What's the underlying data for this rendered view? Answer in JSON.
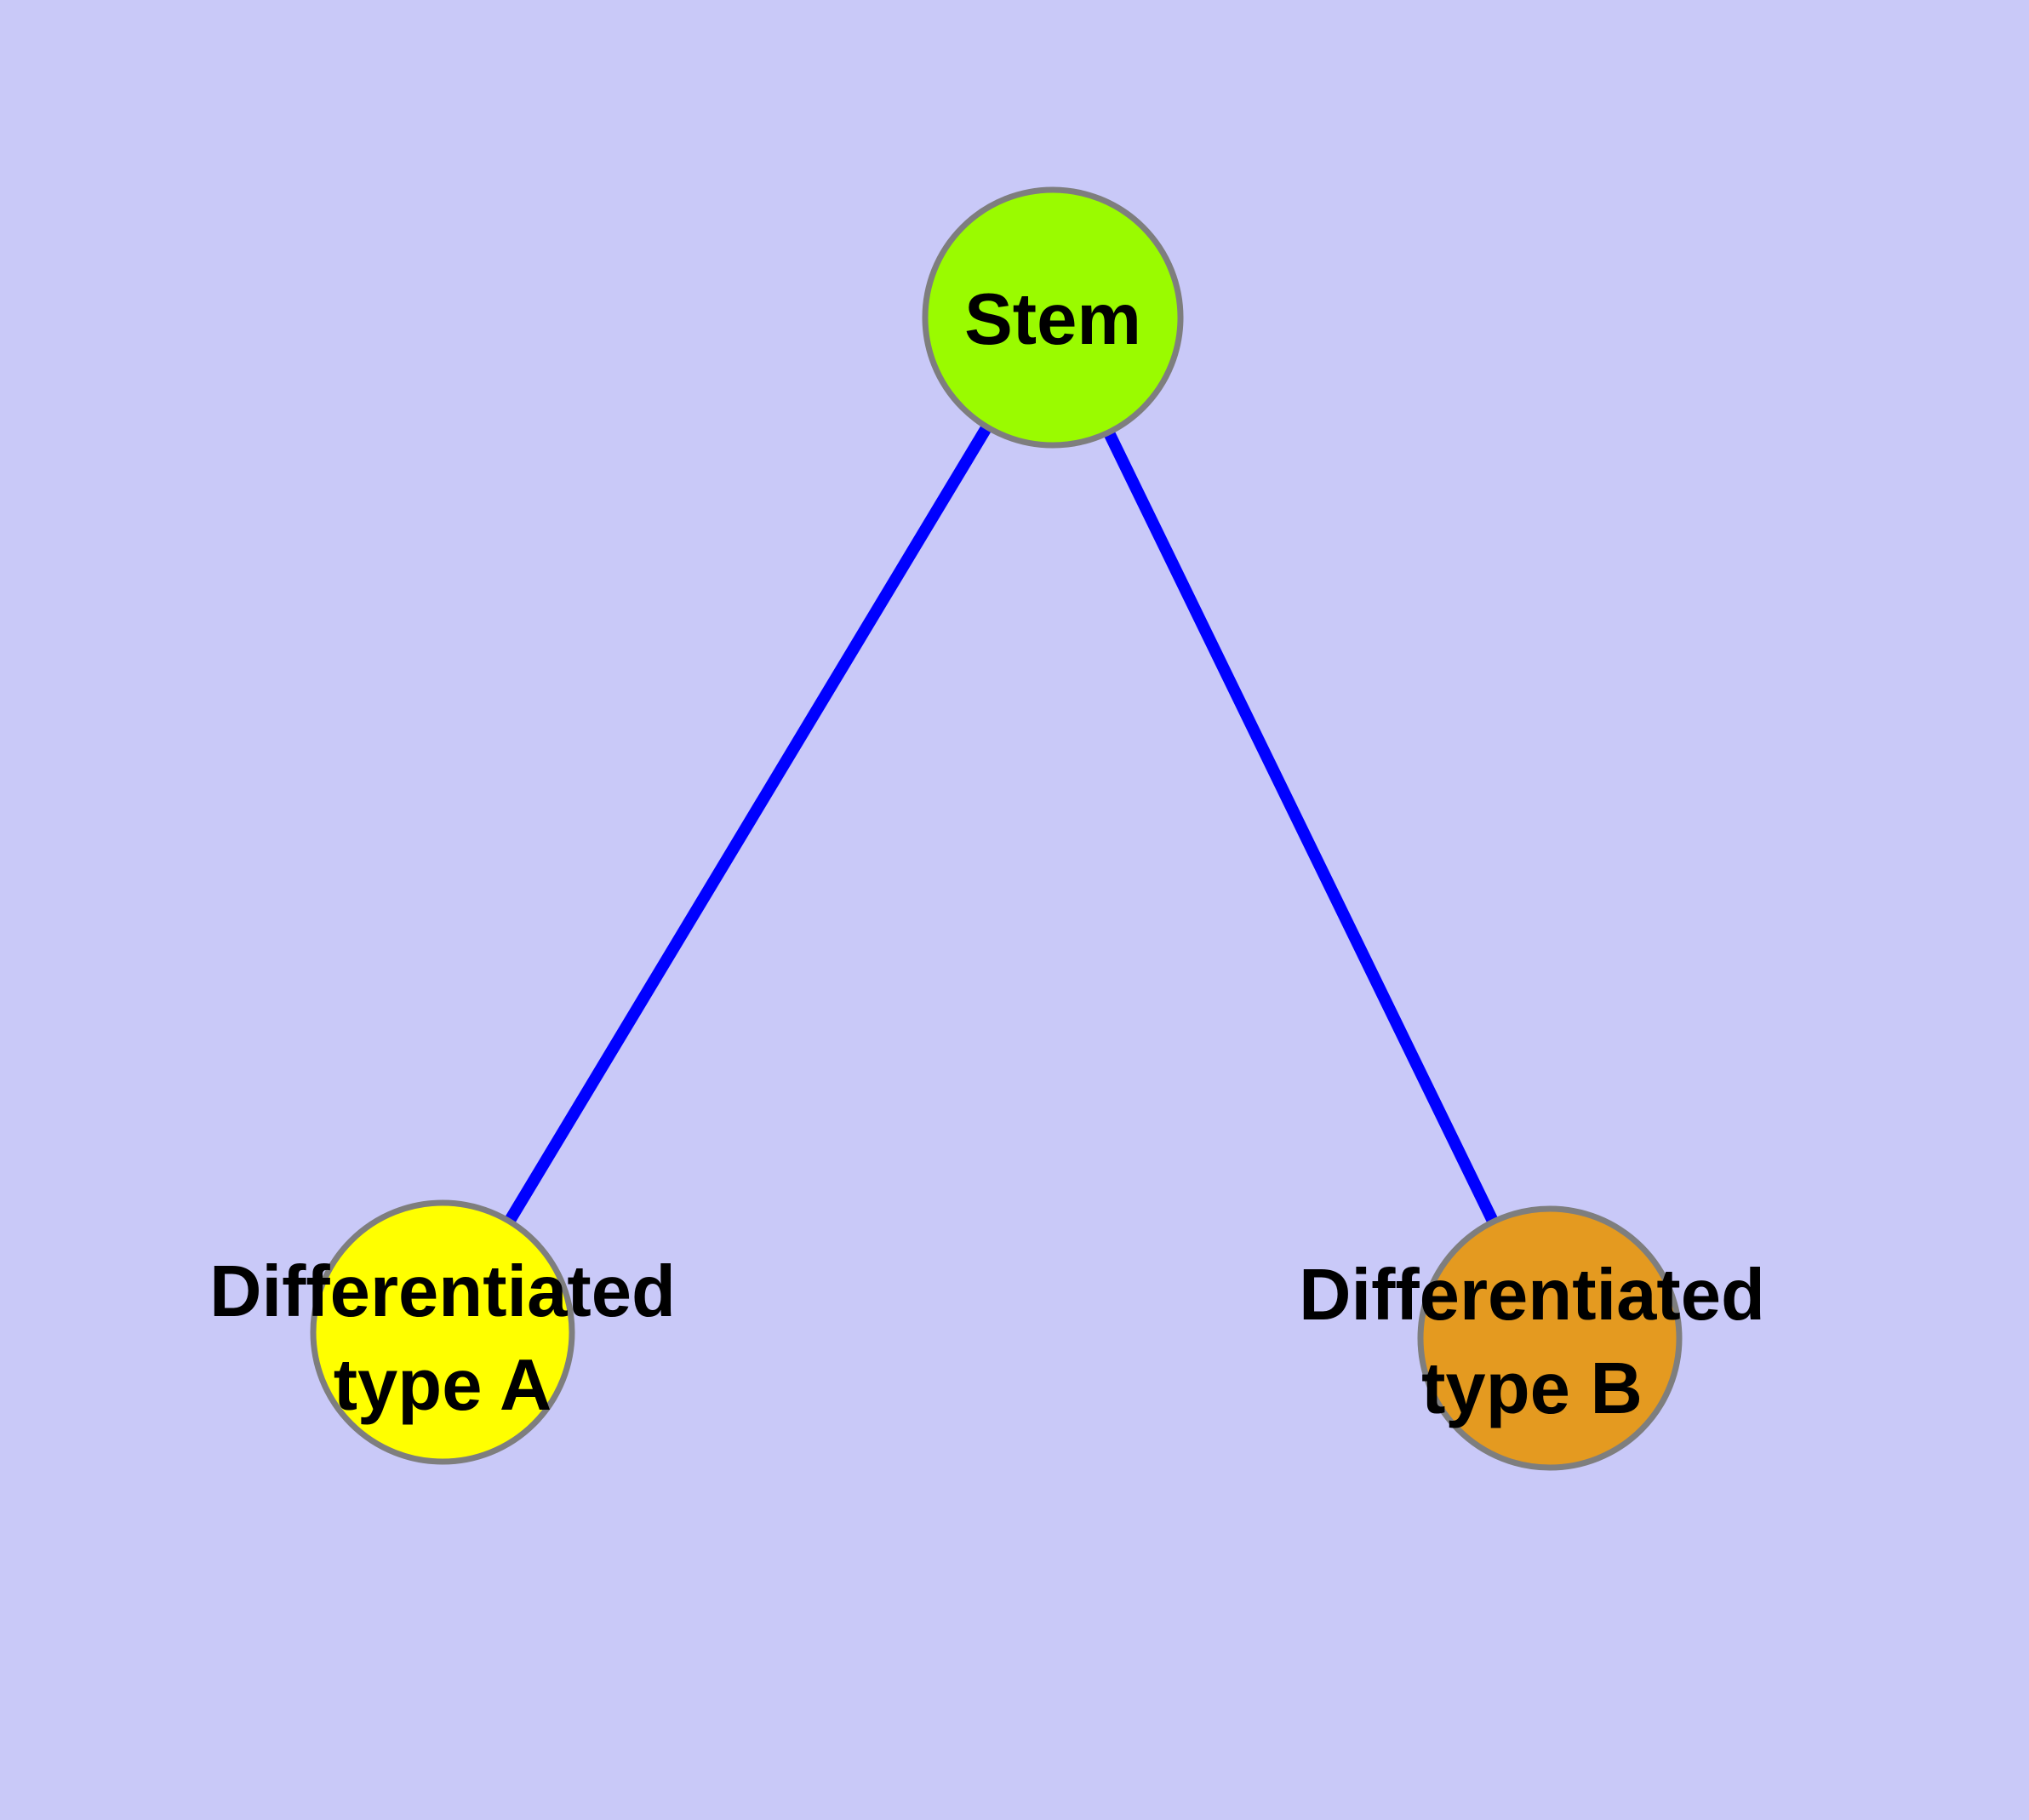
{
  "diagram": {
    "type": "node-link-graph",
    "description": "Stem cell differentiation diagram: one parent node connected to two child nodes"
  },
  "nodes": {
    "stem": {
      "label": "Stem",
      "lines": [
        "Stem"
      ],
      "fill_color": "#9AFB00"
    },
    "type_a": {
      "label": "Differentiated type A",
      "lines": [
        "Differentiated",
        "type A"
      ],
      "fill_color": "#FFFF00"
    },
    "type_b": {
      "label": "Differentiated type B",
      "lines": [
        "Differentiated",
        "type B"
      ],
      "fill_color": "#E49A20"
    }
  },
  "edges": [
    {
      "from": "Stem",
      "to": "Differentiated type A"
    },
    {
      "from": "Stem",
      "to": "Differentiated type B"
    }
  ],
  "colors": {
    "background": "#C9C9F8",
    "edge": "#0000FF",
    "node_border": "#7E7E7E",
    "label_text": "#000000"
  }
}
